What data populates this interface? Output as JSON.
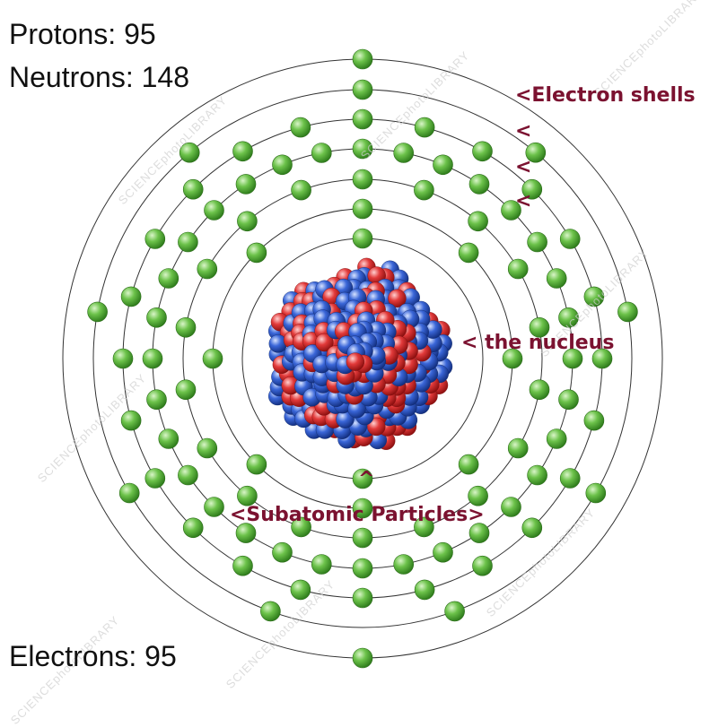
{
  "counts": {
    "protons": "Protons: 95",
    "neutrons": "Neutrons: 148",
    "electrons": "Electrons: 95"
  },
  "annotations": {
    "electron_shells": "<Electron shells",
    "shell_markers": [
      "<",
      "<",
      "<"
    ],
    "nucleus": "< the nucleus",
    "caret": "^",
    "subatomic": "<Subatomic Particles>"
  },
  "watermark": "SCIENCEphotoLIBRARY",
  "shells": {
    "electrons_per_shell": [
      2,
      8,
      18,
      32,
      24,
      9,
      2
    ]
  },
  "colors": {
    "annotation": "#7b1230",
    "electron": "#6cc24a",
    "proton": "#e23a3a",
    "neutron": "#3a66d8",
    "shell_line": "#333333"
  }
}
